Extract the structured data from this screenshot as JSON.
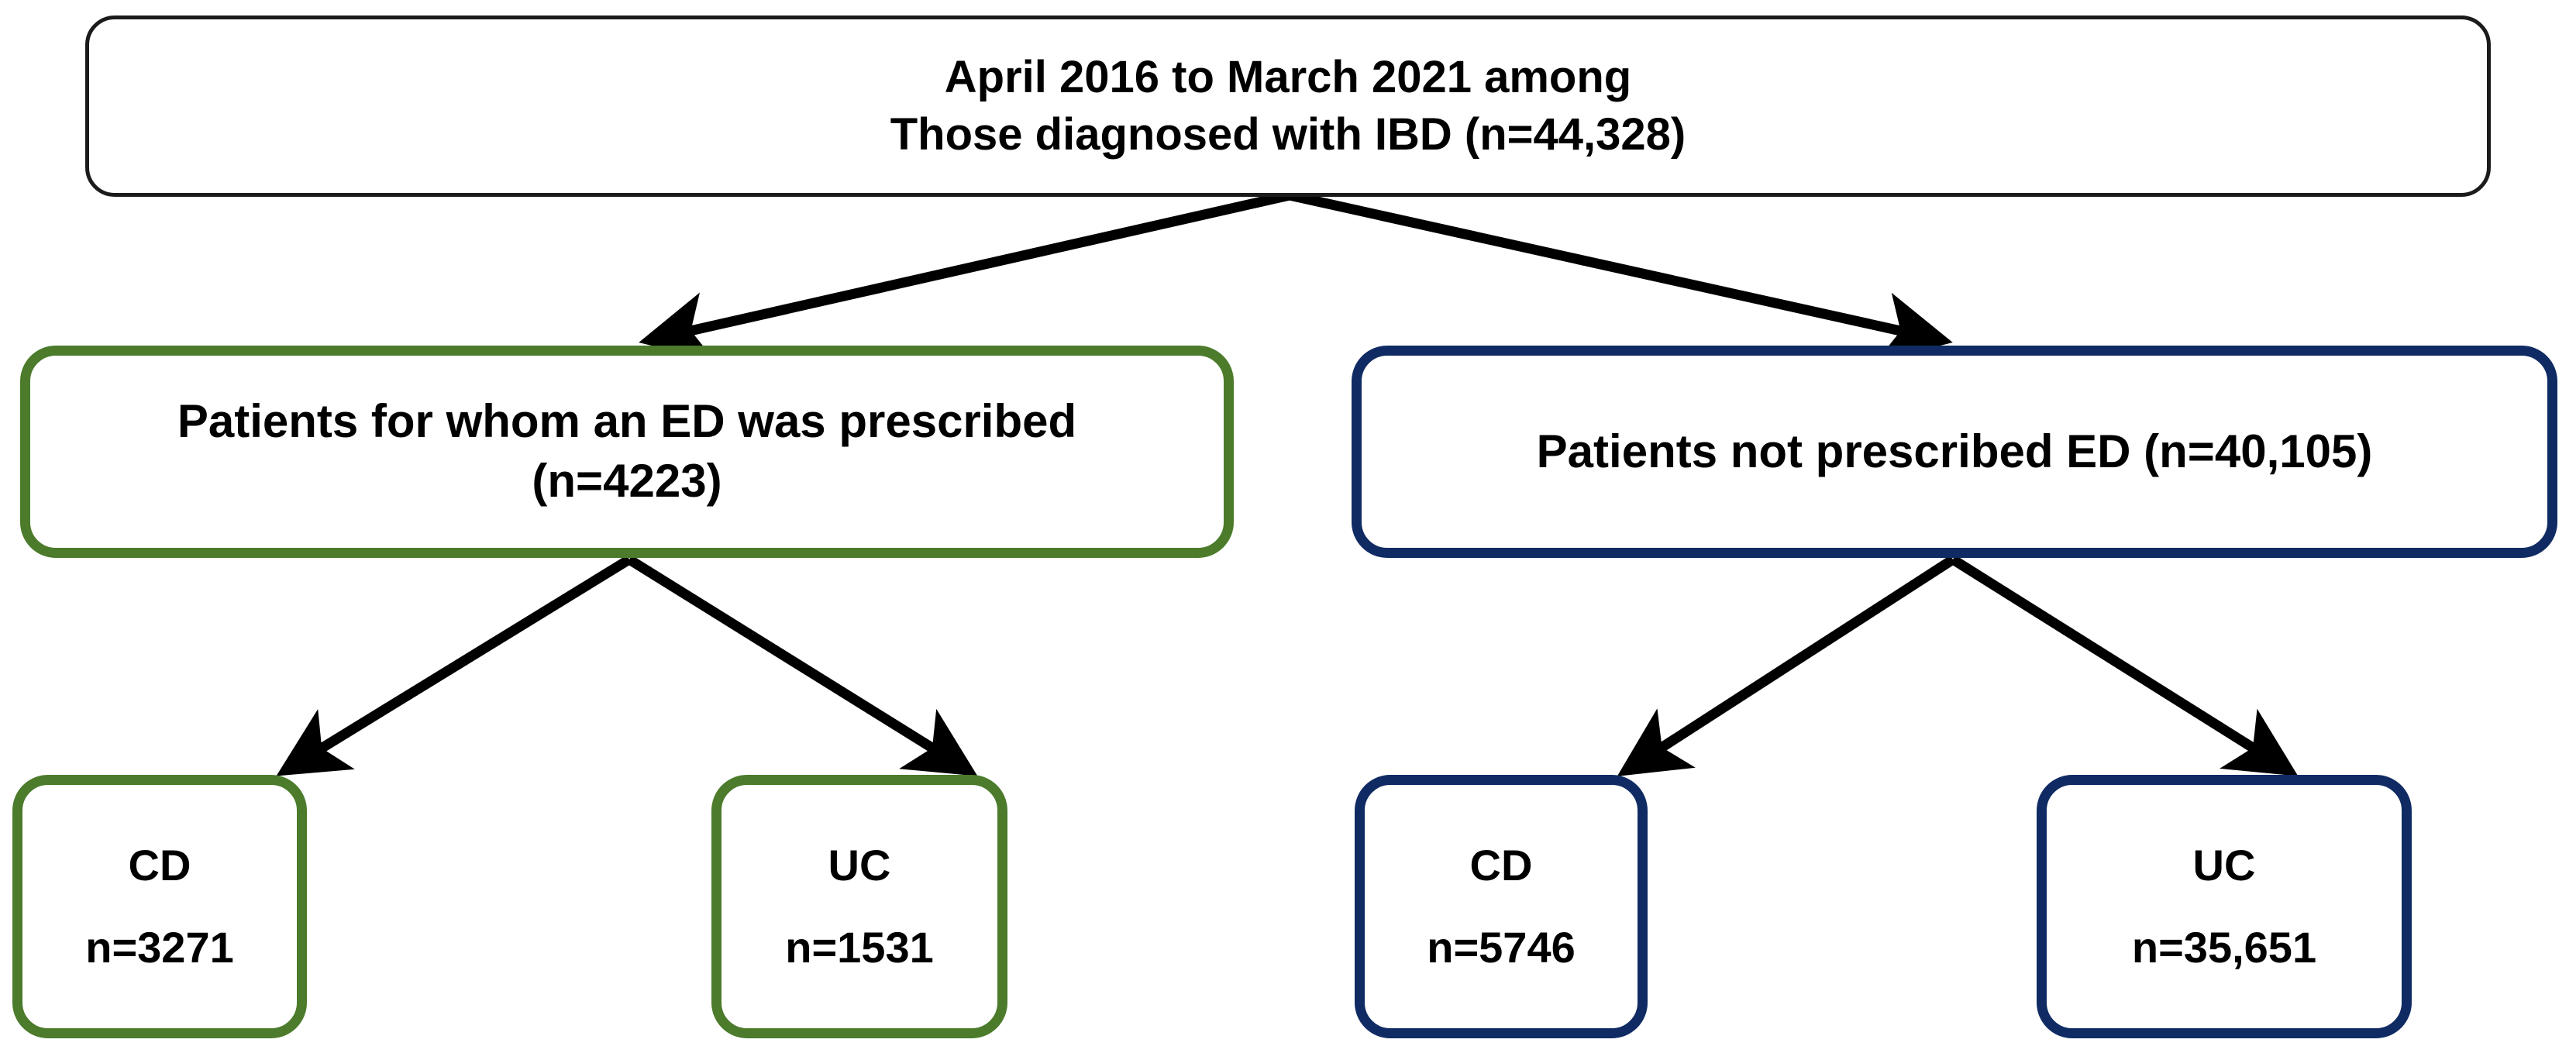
{
  "diagram": {
    "title": "IBD cohort selection flow diagram",
    "type": "flowchart",
    "colors": {
      "root_border": "#1b1b1b",
      "prescribed_border": "#4B7B2B",
      "not_prescribed_border": "#102B63",
      "arrow": "#000000",
      "text": "#000000",
      "background": "#FFFFFF"
    },
    "nodes": {
      "root": {
        "line1": "April 2016 to March 2021 among",
        "line2": "Those diagnosed with IBD (n=44,328)"
      },
      "ed_prescribed": {
        "line1": "Patients for whom an ED was prescribed",
        "line2": "(n=4223)"
      },
      "ed_not_prescribed": {
        "line1": "Patients not prescribed ED (n=40,105)"
      },
      "ed_prescribed_cd": {
        "label": "CD",
        "count": "n=3271"
      },
      "ed_prescribed_uc": {
        "label": "UC",
        "count": "n=1531"
      },
      "not_prescribed_cd": {
        "label": "CD",
        "count": "n=5746"
      },
      "not_prescribed_uc": {
        "label": "UC",
        "count": "n=35,651"
      }
    },
    "edges": [
      {
        "from": "root",
        "to": "ed_prescribed"
      },
      {
        "from": "root",
        "to": "ed_not_prescribed"
      },
      {
        "from": "ed_prescribed",
        "to": "ed_prescribed_cd"
      },
      {
        "from": "ed_prescribed",
        "to": "ed_prescribed_uc"
      },
      {
        "from": "ed_not_prescribed",
        "to": "not_prescribed_cd"
      },
      {
        "from": "ed_not_prescribed",
        "to": "not_prescribed_uc"
      }
    ]
  }
}
